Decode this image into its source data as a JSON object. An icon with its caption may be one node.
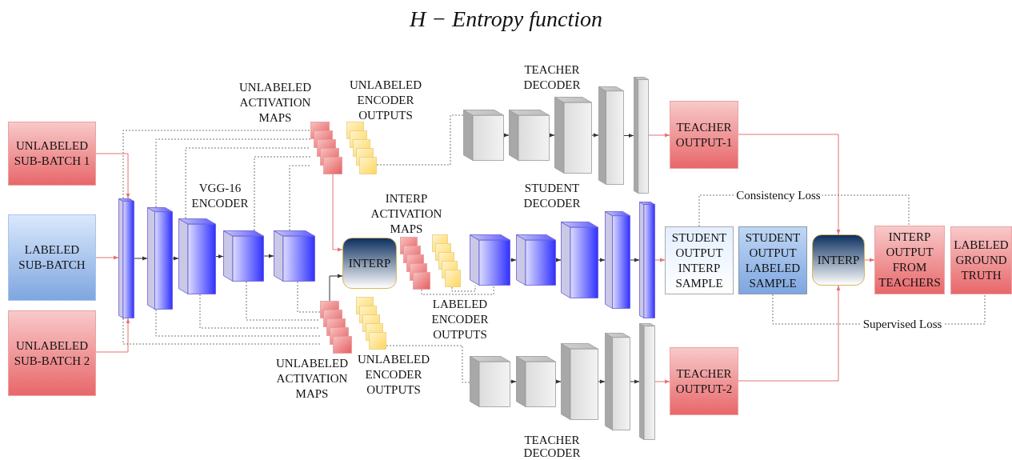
{
  "diagram": {
    "title": "H − Entropy function",
    "nodes": [
      {
        "text": [
          "UNLABELED SUB-BATCH 1"
        ]
      },
      {
        "text": [
          "LABELED SUB-BATCH"
        ]
      },
      {
        "text": [
          "UNLABELED SUB-BATCH 2"
        ]
      },
      {
        "text": [],
        "shape": "box"
      },
      {
        "text": [],
        "shape": "box"
      },
      {
        "text": [],
        "shape": "box"
      },
      {
        "text": [],
        "shape": "box"
      },
      {
        "text": [],
        "shape": "box"
      },
      {
        "text": [],
        "shape": "stack",
        "beside": [
          "UNLABELED ACTIVATION MAPS"
        ]
      },
      {
        "text": [],
        "shape": "stack",
        "beside": [
          "UNLABELED ENCODER OUTPUTS"
        ]
      },
      {
        "text": [],
        "shape": "stack",
        "beside": [
          "UNLABELED ACTIVATION MAPS"
        ]
      },
      {
        "text": [],
        "shape": "stack",
        "beside": [
          "UNLABELED ENCODER OUTPUTS"
        ]
      },
      {
        "text": [
          "INTERP"
        ]
      },
      {
        "text": [],
        "shape": "stack",
        "beside": [
          "INTERP ACTIVATION MAPS"
        ]
      },
      {
        "text": [],
        "shape": "stack",
        "beside": [
          "LABELED ENCODER OUTPUTS"
        ]
      },
      {
        "text": [],
        "shape": "box"
      },
      {
        "text": [],
        "shape": "box"
      },
      {
        "text": [],
        "shape": "box"
      },
      {
        "text": [],
        "shape": "box"
      },
      {
        "text": [],
        "shape": "box"
      },
      {
        "text": [],
        "shape": "box"
      },
      {
        "text": [],
        "shape": "box"
      },
      {
        "text": [],
        "shape": "box"
      },
      {
        "text": [],
        "shape": "box"
      },
      {
        "text": [],
        "shape": "box"
      },
      {
        "text": [],
        "shape": "box"
      },
      {
        "text": [],
        "shape": "box"
      },
      {
        "text": [],
        "shape": "box"
      },
      {
        "text": [],
        "shape": "box"
      },
      {
        "text": [],
        "shape": "box"
      },
      {
        "text": [
          "TEACHER OUTPUT-1"
        ]
      },
      {
        "text": [
          "STUDENT OUTPUT INTERP SAMPLE"
        ]
      },
      {
        "text": [
          "STUDENT OUTPUT LABELED SAMPLE"
        ]
      },
      {
        "text": [
          "INTERP"
        ]
      },
      {
        "text": [
          "INTERP OUTPUT FROM TEACHERS"
        ]
      },
      {
        "text": [
          "LABELED GROUND TRUTH"
        ]
      },
      {
        "text": [
          "TEACHER OUTPUT-2"
        ]
      }
    ],
    "edges": [
      {
        "from": 0,
        "to": 3,
        "arrow": "to",
        "color": "#e57373"
      },
      {
        "from": 1,
        "to": 3,
        "arrow": "to",
        "color": "#e57373"
      },
      {
        "from": 2,
        "to": 3,
        "arrow": "to",
        "color": "#e57373"
      },
      {
        "from": 3,
        "to": 4,
        "arrow": "to"
      },
      {
        "from": 4,
        "to": 5,
        "arrow": "to"
      },
      {
        "from": 5,
        "to": 6,
        "arrow": "to"
      },
      {
        "from": 6,
        "to": 7,
        "arrow": "to"
      },
      {
        "from": 3,
        "to": 8,
        "arrow": "none",
        "style": "dashed",
        "color": "#777777"
      },
      {
        "from": 4,
        "to": 8,
        "arrow": "none",
        "style": "dashed",
        "color": "#777777"
      },
      {
        "from": 5,
        "to": 8,
        "arrow": "none",
        "style": "dashed",
        "color": "#777777"
      },
      {
        "from": 6,
        "to": 8,
        "arrow": "none",
        "style": "dashed",
        "color": "#777777"
      },
      {
        "from": 7,
        "to": 8,
        "arrow": "none",
        "style": "dashed",
        "color": "#777777"
      },
      {
        "from": 3,
        "to": 10,
        "arrow": "none",
        "style": "dashed",
        "color": "#777777"
      },
      {
        "from": 4,
        "to": 10,
        "arrow": "none",
        "style": "dashed",
        "color": "#777777"
      },
      {
        "from": 5,
        "to": 10,
        "arrow": "none",
        "style": "dashed",
        "color": "#777777"
      },
      {
        "from": 6,
        "to": 10,
        "arrow": "none",
        "style": "dashed",
        "color": "#777777"
      },
      {
        "from": 7,
        "to": 10,
        "arrow": "none",
        "style": "dashed",
        "color": "#777777"
      },
      {
        "from": 8,
        "to": 12,
        "arrow": "to",
        "color": "#e57373"
      },
      {
        "from": 10,
        "to": 12,
        "arrow": "to"
      },
      {
        "from": 9,
        "to": 15,
        "arrow": "none",
        "style": "dashed",
        "color": "#777777"
      },
      {
        "from": 11,
        "to": 25,
        "arrow": "none",
        "style": "dashed",
        "color": "#777777"
      },
      {
        "from": 13,
        "to": 20,
        "arrow": "none",
        "style": "dashed",
        "color": "#777777"
      },
      {
        "from": 14,
        "to": 20,
        "arrow": "none",
        "style": "dashed",
        "color": "#777777"
      },
      {
        "from": 15,
        "to": 16,
        "arrow": "to"
      },
      {
        "from": 16,
        "to": 17,
        "arrow": "to"
      },
      {
        "from": 17,
        "to": 18,
        "arrow": "to"
      },
      {
        "from": 18,
        "to": 19,
        "arrow": "to"
      },
      {
        "from": 19,
        "to": 30,
        "arrow": "to",
        "color": "#e57373"
      },
      {
        "from": 20,
        "to": 21,
        "arrow": "to"
      },
      {
        "from": 21,
        "to": 22,
        "arrow": "to"
      },
      {
        "from": 22,
        "to": 23,
        "arrow": "to"
      },
      {
        "from": 23,
        "to": 24,
        "arrow": "to"
      },
      {
        "from": 24,
        "to": 31,
        "arrow": "to",
        "color": "#e57373"
      },
      {
        "from": 25,
        "to": 26,
        "arrow": "to"
      },
      {
        "from": 26,
        "to": 27,
        "arrow": "to"
      },
      {
        "from": 27,
        "to": 28,
        "arrow": "to"
      },
      {
        "from": 28,
        "to": 29,
        "arrow": "to"
      },
      {
        "from": 29,
        "to": 36,
        "arrow": "to",
        "color": "#e57373"
      },
      {
        "from": 30,
        "to": 33,
        "arrow": "to",
        "color": "#e57373"
      },
      {
        "from": 36,
        "to": 33,
        "arrow": "to",
        "color": "#e57373"
      },
      {
        "from": 33,
        "to": 34,
        "arrow": "to",
        "color": "#e57373"
      },
      {
        "from": 31,
        "to": 34,
        "arrow": "none",
        "style": "dashed",
        "color": "#777777",
        "label": "Consistency Loss"
      },
      {
        "from": 32,
        "to": 35,
        "arrow": "none",
        "style": "dashed",
        "color": "#777777",
        "label": "Supervised Loss"
      }
    ],
    "labels": [
      "VGG-16 ENCODER",
      "TEACHER DECODER",
      "STUDENT DECODER",
      "TEACHER DECODER"
    ]
  }
}
